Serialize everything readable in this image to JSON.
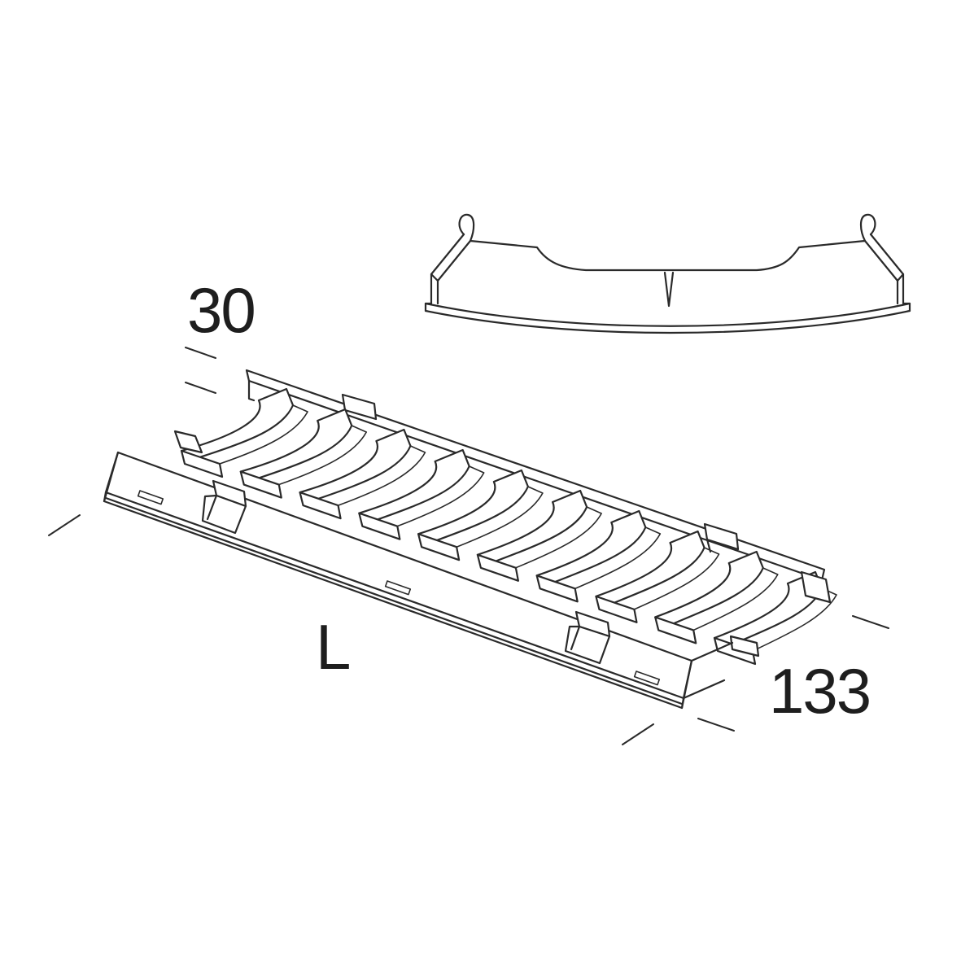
{
  "dimensions": {
    "height": "30",
    "width": "133",
    "length": "L"
  },
  "colors": {
    "line": "#2a2a2a",
    "text": "#1e1e1e",
    "background": "#ffffff"
  },
  "louvre": {
    "blade_count": 10
  }
}
